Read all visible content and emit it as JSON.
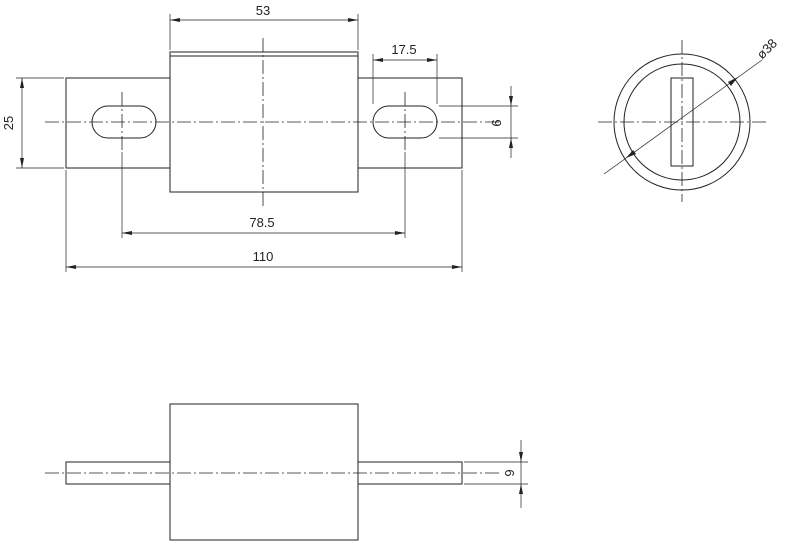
{
  "dimensions": {
    "body_width": "53",
    "slot_width": "17.5",
    "tab_height": "25",
    "slot_height": "9",
    "hole_spacing": "78.5",
    "overall_length": "110",
    "diameter": "ø38",
    "tab_thickness": "6"
  }
}
